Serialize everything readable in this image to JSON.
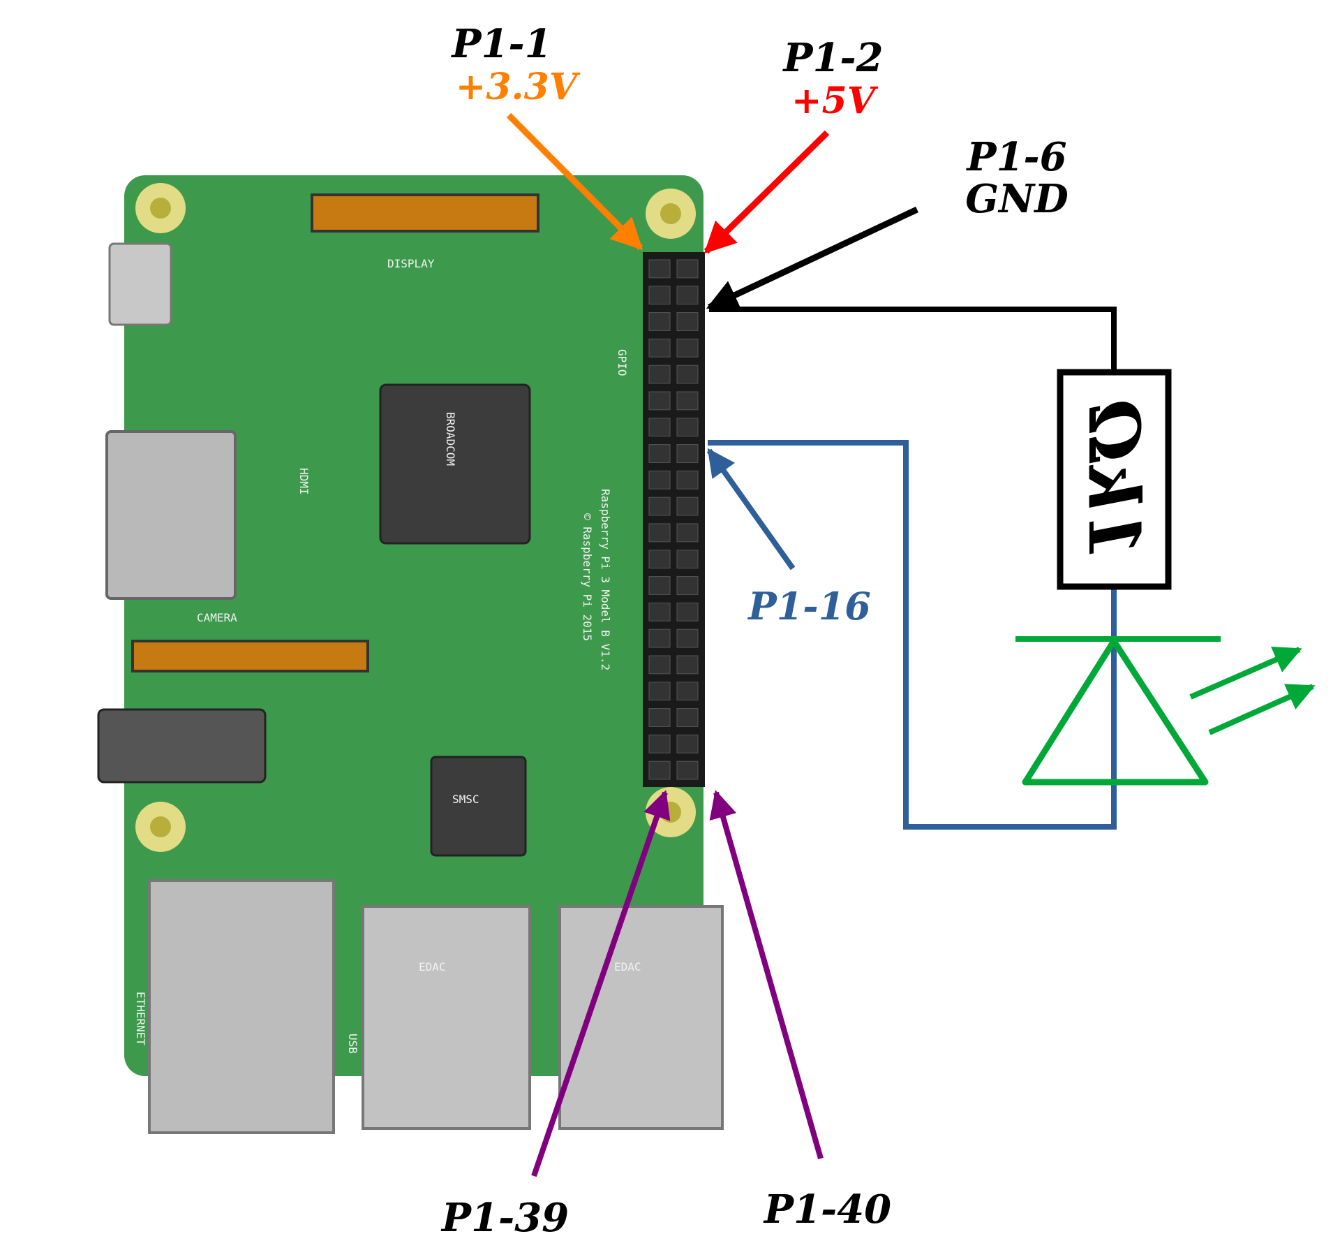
{
  "labels": {
    "p1_1": {
      "pin": "P1-1",
      "voltage": "+3.3V"
    },
    "p1_2": {
      "pin": "P1-2",
      "voltage": "+5V"
    },
    "p1_6": {
      "pin": "P1-6",
      "voltage": "GND"
    },
    "p1_16": {
      "pin": "P1-16"
    },
    "p1_39": {
      "pin": "P1-39"
    },
    "p1_40": {
      "pin": "P1-40"
    }
  },
  "resistor": {
    "value": "1kΩ"
  },
  "board": {
    "silkscreen": {
      "display": "DISPLAY",
      "camera": "CAMERA",
      "hdmi": "HDMI",
      "ethernet": "ETHERNET",
      "usb": "USB",
      "model": "Raspberry Pi 3 Model B V1.2",
      "copyright": "© Raspberry Pi 2015",
      "gpio": "GPIO",
      "soc": "BROADCOM",
      "lan": "SMSC",
      "usb_brand": "EDAC"
    },
    "header_rows": 20
  },
  "colors": {
    "v33": "#ff8000",
    "v5": "#ff0000",
    "gnd": "#000000",
    "gpio": "#2e5f9a",
    "led": "#00a838",
    "ground_pins": "#800080",
    "board": "#3d9a4c"
  }
}
